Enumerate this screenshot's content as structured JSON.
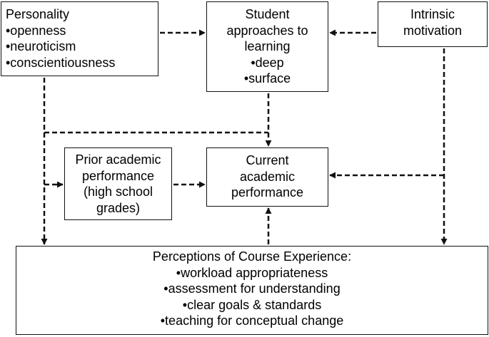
{
  "personality": {
    "title": "Personality",
    "items": [
      "•openness",
      "•neuroticism",
      "•conscientiousness"
    ]
  },
  "approaches": {
    "lines": [
      "Student",
      "approaches to",
      "learning",
      "•deep",
      "•surface"
    ]
  },
  "intrinsic": {
    "lines": [
      "Intrinsic",
      "motivation"
    ]
  },
  "prior": {
    "lines": [
      "Prior academic",
      "performance",
      "(high school",
      "grades)"
    ]
  },
  "current": {
    "lines": [
      "Current",
      "academic",
      "performance"
    ]
  },
  "perceptions": {
    "title": "Perceptions of Course Experience:",
    "items": [
      "•workload appropriateness",
      "•assessment for understanding",
      "•clear goals & standards",
      "•teaching for conceptual change"
    ]
  },
  "colors": {
    "line": "#111111",
    "box_border": "#111111",
    "background": "#ffffff"
  }
}
